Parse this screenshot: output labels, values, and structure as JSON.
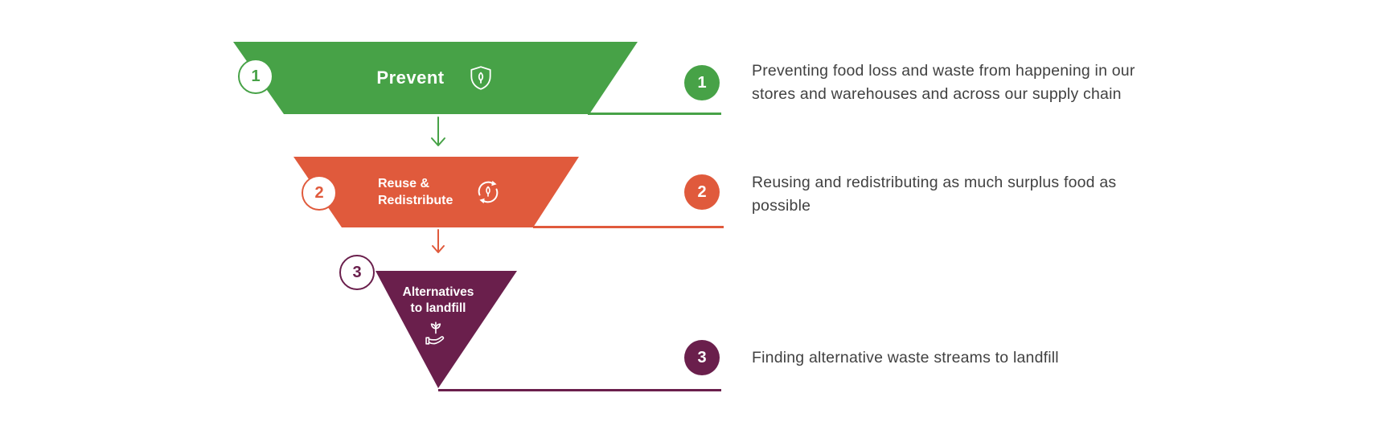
{
  "colors": {
    "green": "#47a247",
    "orange": "#e05a3c",
    "purple": "#6a1f4c",
    "description_text": "#414141"
  },
  "funnel": {
    "levels": [
      {
        "number": "1",
        "label": "Prevent",
        "icon": "shield-leaf-icon",
        "color": "#47a247"
      },
      {
        "number": "2",
        "label": "Reuse &\nRedistribute",
        "icon": "recycle-leaf-icon",
        "color": "#e05a3c"
      },
      {
        "number": "3",
        "label": "Alternatives\nto landfill",
        "icon": "hand-sprout-icon",
        "color": "#6a1f4c"
      }
    ]
  },
  "descriptions": [
    {
      "number": "1",
      "text": "Preventing food loss and waste from happening in our stores and warehouses and across our supply chain"
    },
    {
      "number": "2",
      "text": "Reusing and redistributing as much surplus food as possible"
    },
    {
      "number": "3",
      "text": "Finding alternative waste streams to landfill"
    }
  ]
}
